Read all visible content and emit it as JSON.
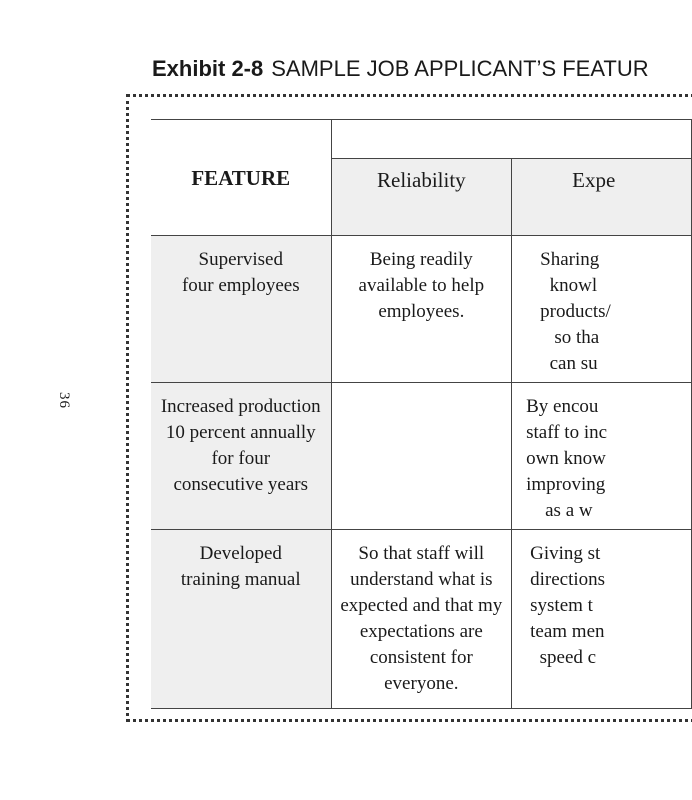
{
  "page": {
    "number": "36"
  },
  "exhibit": {
    "label": "Exhibit 2-8",
    "title": "SAMPLE JOB APPLICANT’S FEATUR"
  },
  "table": {
    "feature_header": "FEATURE",
    "benefit_headers": [
      "Reliability",
      "Expe"
    ],
    "rows": [
      {
        "feature": "Supervised\nfour employees",
        "reliability": "Being readily\navailable to help\nemployees.",
        "expertise": "Sharing\n  knowl\nproducts/\n   so tha\n  can su"
      },
      {
        "feature": "Increased production\n10 percent annually\nfor four\nconsecutive years",
        "reliability": "",
        "expertise": "By encou\nstaff to inc\nown know\nimproving\n    as a w"
      },
      {
        "feature": "Developed\ntraining manual",
        "reliability": "So that staff will\nunderstand what is\nexpected and that my\nexpectations are\nconsistent for\neveryone.",
        "expertise": "Giving st\ndirections\nsystem t\nteam men\n  speed c"
      }
    ]
  }
}
